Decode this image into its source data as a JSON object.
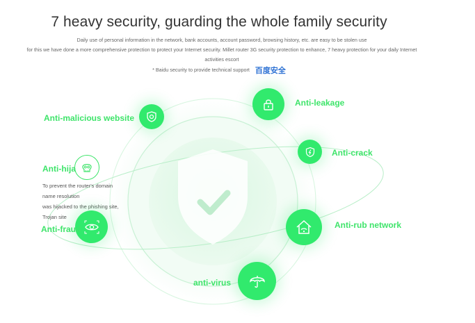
{
  "header": {
    "title": "7 heavy security, guarding the whole family security",
    "desc_line1": "Daily use of personal information in the network, bank accounts, account password, browsing history, etc. are easy to be stolen use",
    "desc_line2": "for this we have done a more comprehensive protection to protect your Internet security. Millet router 3G security protection to enhance, 7 heavy protection for your daily Internet",
    "desc_line3": "activities escort",
    "baidu_note": "* Baidu security to provide technical support",
    "baidu_logo": "百度安全"
  },
  "features": {
    "anti_malicious_website": "Anti-malicious website",
    "anti_leakage": "Anti-leakage",
    "anti_crack": "Anti-crack",
    "anti_hijack": "Anti-hija",
    "anti_fraud": "Anti-fraud",
    "anti_rub_network": "Anti-rub network",
    "anti_virus": "anti-virus"
  },
  "hijack_info": {
    "line1": "To prevent the router's domain",
    "line2": "name resolution",
    "line3": "was hijacked to the phishing site,",
    "line4": "Trojan site"
  },
  "colors": {
    "accent": "#31ea6d",
    "label": "#3ee46a",
    "baidu": "#2f73d4"
  }
}
